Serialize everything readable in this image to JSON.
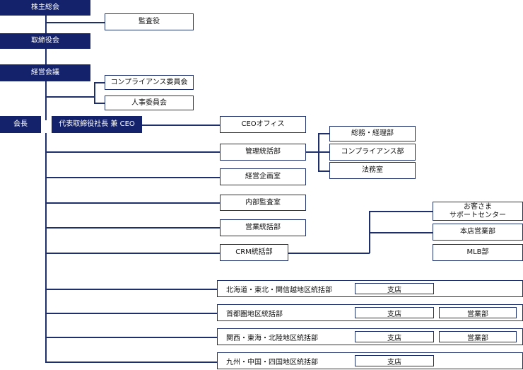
{
  "governance": {
    "shareholders_meeting": "株主総会",
    "auditors": "監査役",
    "board": "取締役会",
    "management_meeting": "経営会議",
    "compliance_committee": "コンプライアンス委員会",
    "hr_committee": "人事委員会",
    "chairman": "会長",
    "ceo": "代表取締役社長 兼 CEO"
  },
  "departments": {
    "ceo_office": "CEOオフィス",
    "admin": "管理統括部",
    "general_affairs": "総務・経理部",
    "compliance_dept": "コンプライアンス部",
    "legal": "法務室",
    "planning": "経営企画室",
    "internal_audit": "内部監査室",
    "sales": "営業統括部",
    "crm": "CRM統括部",
    "customer_support": [
      "お客さま",
      "サポートセンター"
    ],
    "head_office_sales": "本店営業部",
    "mlb": "MLB部"
  },
  "regions": [
    {
      "name": "北海道・東北・関信越地区統括部",
      "units": [
        "支店"
      ]
    },
    {
      "name": "首都圏地区統括部",
      "units": [
        "支店",
        "営業部"
      ]
    },
    {
      "name": "関西・東海・北陸地区統括部",
      "units": [
        "支店",
        "営業部"
      ]
    },
    {
      "name": "九州・中国・四国地区統括部",
      "units": [
        "支店"
      ]
    }
  ],
  "colors": {
    "dark_box": "#13226b",
    "line": "#1f2f6b",
    "background": "#ffffff"
  }
}
